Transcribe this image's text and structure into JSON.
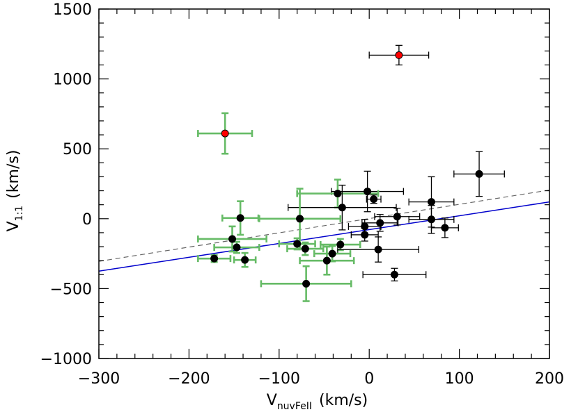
{
  "chart_data": {
    "type": "scatter",
    "title": "",
    "xlabel": {
      "main": "V",
      "sub": "nuvFeII",
      "unit": "(km/s)"
    },
    "ylabel": {
      "main": "V",
      "sub": "1:1",
      "unit": "(km/s)"
    },
    "xlim": [
      -300,
      200
    ],
    "ylim": [
      -1000,
      1500
    ],
    "x_ticks": [
      -300,
      -200,
      -100,
      0,
      100,
      200
    ],
    "y_ticks": [
      -1000,
      -500,
      0,
      500,
      1000,
      1500
    ],
    "x_tick_labels": [
      "−300",
      "−200",
      "−100",
      "0",
      "100",
      "200"
    ],
    "y_tick_labels": [
      "−1000",
      "−500",
      "0",
      "500",
      "1000",
      "1500"
    ],
    "grid": false,
    "colors": {
      "point": "#000000",
      "highlight_point": "#ff0000",
      "errorbar_black": "#000000",
      "errorbar_green": "#66bb66",
      "fit_line": "#0000cc",
      "reference_line": "#666666"
    },
    "lines": [
      {
        "style": "solid",
        "color": "#0000cc",
        "points": [
          [
            -300,
            -375
          ],
          [
            200,
            120
          ]
        ]
      },
      {
        "style": "dashed",
        "color": "#666666",
        "points": [
          [
            -300,
            -305
          ],
          [
            200,
            205
          ]
        ]
      }
    ],
    "points": [
      {
        "x": 33,
        "y": 1170,
        "xerr": 33,
        "yerr": 70,
        "color": "red",
        "errcolor": "black"
      },
      {
        "x": -160,
        "y": 610,
        "xerr": 30,
        "yerr": 145,
        "color": "red",
        "errcolor": "green"
      },
      {
        "x": 122,
        "y": 320,
        "xerr": 28,
        "yerr": 160,
        "color": "black",
        "errcolor": "black"
      },
      {
        "x": -2,
        "y": 195,
        "xerr": 40,
        "yerr": 145,
        "color": "black",
        "errcolor": "black"
      },
      {
        "x": -35,
        "y": 180,
        "xerr": 45,
        "yerr": 100,
        "color": "black",
        "errcolor": "green"
      },
      {
        "x": 5,
        "y": 140,
        "xerr": 8,
        "yerr": 30,
        "color": "black",
        "errcolor": "black"
      },
      {
        "x": 69,
        "y": 120,
        "xerr": 25,
        "yerr": 180,
        "color": "black",
        "errcolor": "black"
      },
      {
        "x": -30,
        "y": 80,
        "xerr": 60,
        "yerr": 160,
        "color": "black",
        "errcolor": "black"
      },
      {
        "x": -143,
        "y": 5,
        "xerr": 20,
        "yerr": 120,
        "color": "black",
        "errcolor": "green"
      },
      {
        "x": -77,
        "y": 0,
        "xerr": 45,
        "yerr": 215,
        "color": "black",
        "errcolor": "green"
      },
      {
        "x": 31,
        "y": 15,
        "xerr": 25,
        "yerr": 60,
        "color": "black",
        "errcolor": "black"
      },
      {
        "x": 69,
        "y": -5,
        "xerr": 25,
        "yerr": 100,
        "color": "black",
        "errcolor": "black"
      },
      {
        "x": 12,
        "y": -30,
        "xerr": 20,
        "yerr": 60,
        "color": "black",
        "errcolor": "black"
      },
      {
        "x": 84,
        "y": -65,
        "xerr": 15,
        "yerr": 70,
        "color": "black",
        "errcolor": "black"
      },
      {
        "x": -5,
        "y": -55,
        "xerr": 18,
        "yerr": 50,
        "color": "black",
        "errcolor": "black"
      },
      {
        "x": -5,
        "y": -115,
        "xerr": 15,
        "yerr": 45,
        "color": "black",
        "errcolor": "black"
      },
      {
        "x": -152,
        "y": -145,
        "xerr": 38,
        "yerr": 90,
        "color": "black",
        "errcolor": "green"
      },
      {
        "x": -80,
        "y": -180,
        "xerr": 20,
        "yerr": 40,
        "color": "black",
        "errcolor": "green"
      },
      {
        "x": -32,
        "y": -185,
        "xerr": 22,
        "yerr": 40,
        "color": "black",
        "errcolor": "green"
      },
      {
        "x": -147,
        "y": -205,
        "xerr": 25,
        "yerr": 40,
        "color": "black",
        "errcolor": "green"
      },
      {
        "x": -71,
        "y": -215,
        "xerr": 20,
        "yerr": 45,
        "color": "black",
        "errcolor": "green"
      },
      {
        "x": 10,
        "y": -220,
        "xerr": 45,
        "yerr": 90,
        "color": "black",
        "errcolor": "black"
      },
      {
        "x": -41,
        "y": -250,
        "xerr": 20,
        "yerr": 55,
        "color": "black",
        "errcolor": "green"
      },
      {
        "x": -172,
        "y": -285,
        "xerr": 18,
        "yerr": 25,
        "color": "black",
        "errcolor": "green"
      },
      {
        "x": -47,
        "y": -300,
        "xerr": 30,
        "yerr": 100,
        "color": "black",
        "errcolor": "green"
      },
      {
        "x": -138,
        "y": -295,
        "xerr": 12,
        "yerr": 50,
        "color": "black",
        "errcolor": "green"
      },
      {
        "x": 28,
        "y": -400,
        "xerr": 35,
        "yerr": 45,
        "color": "black",
        "errcolor": "black"
      },
      {
        "x": -70,
        "y": -465,
        "xerr": 50,
        "yerr": 125,
        "color": "black",
        "errcolor": "green"
      }
    ]
  }
}
